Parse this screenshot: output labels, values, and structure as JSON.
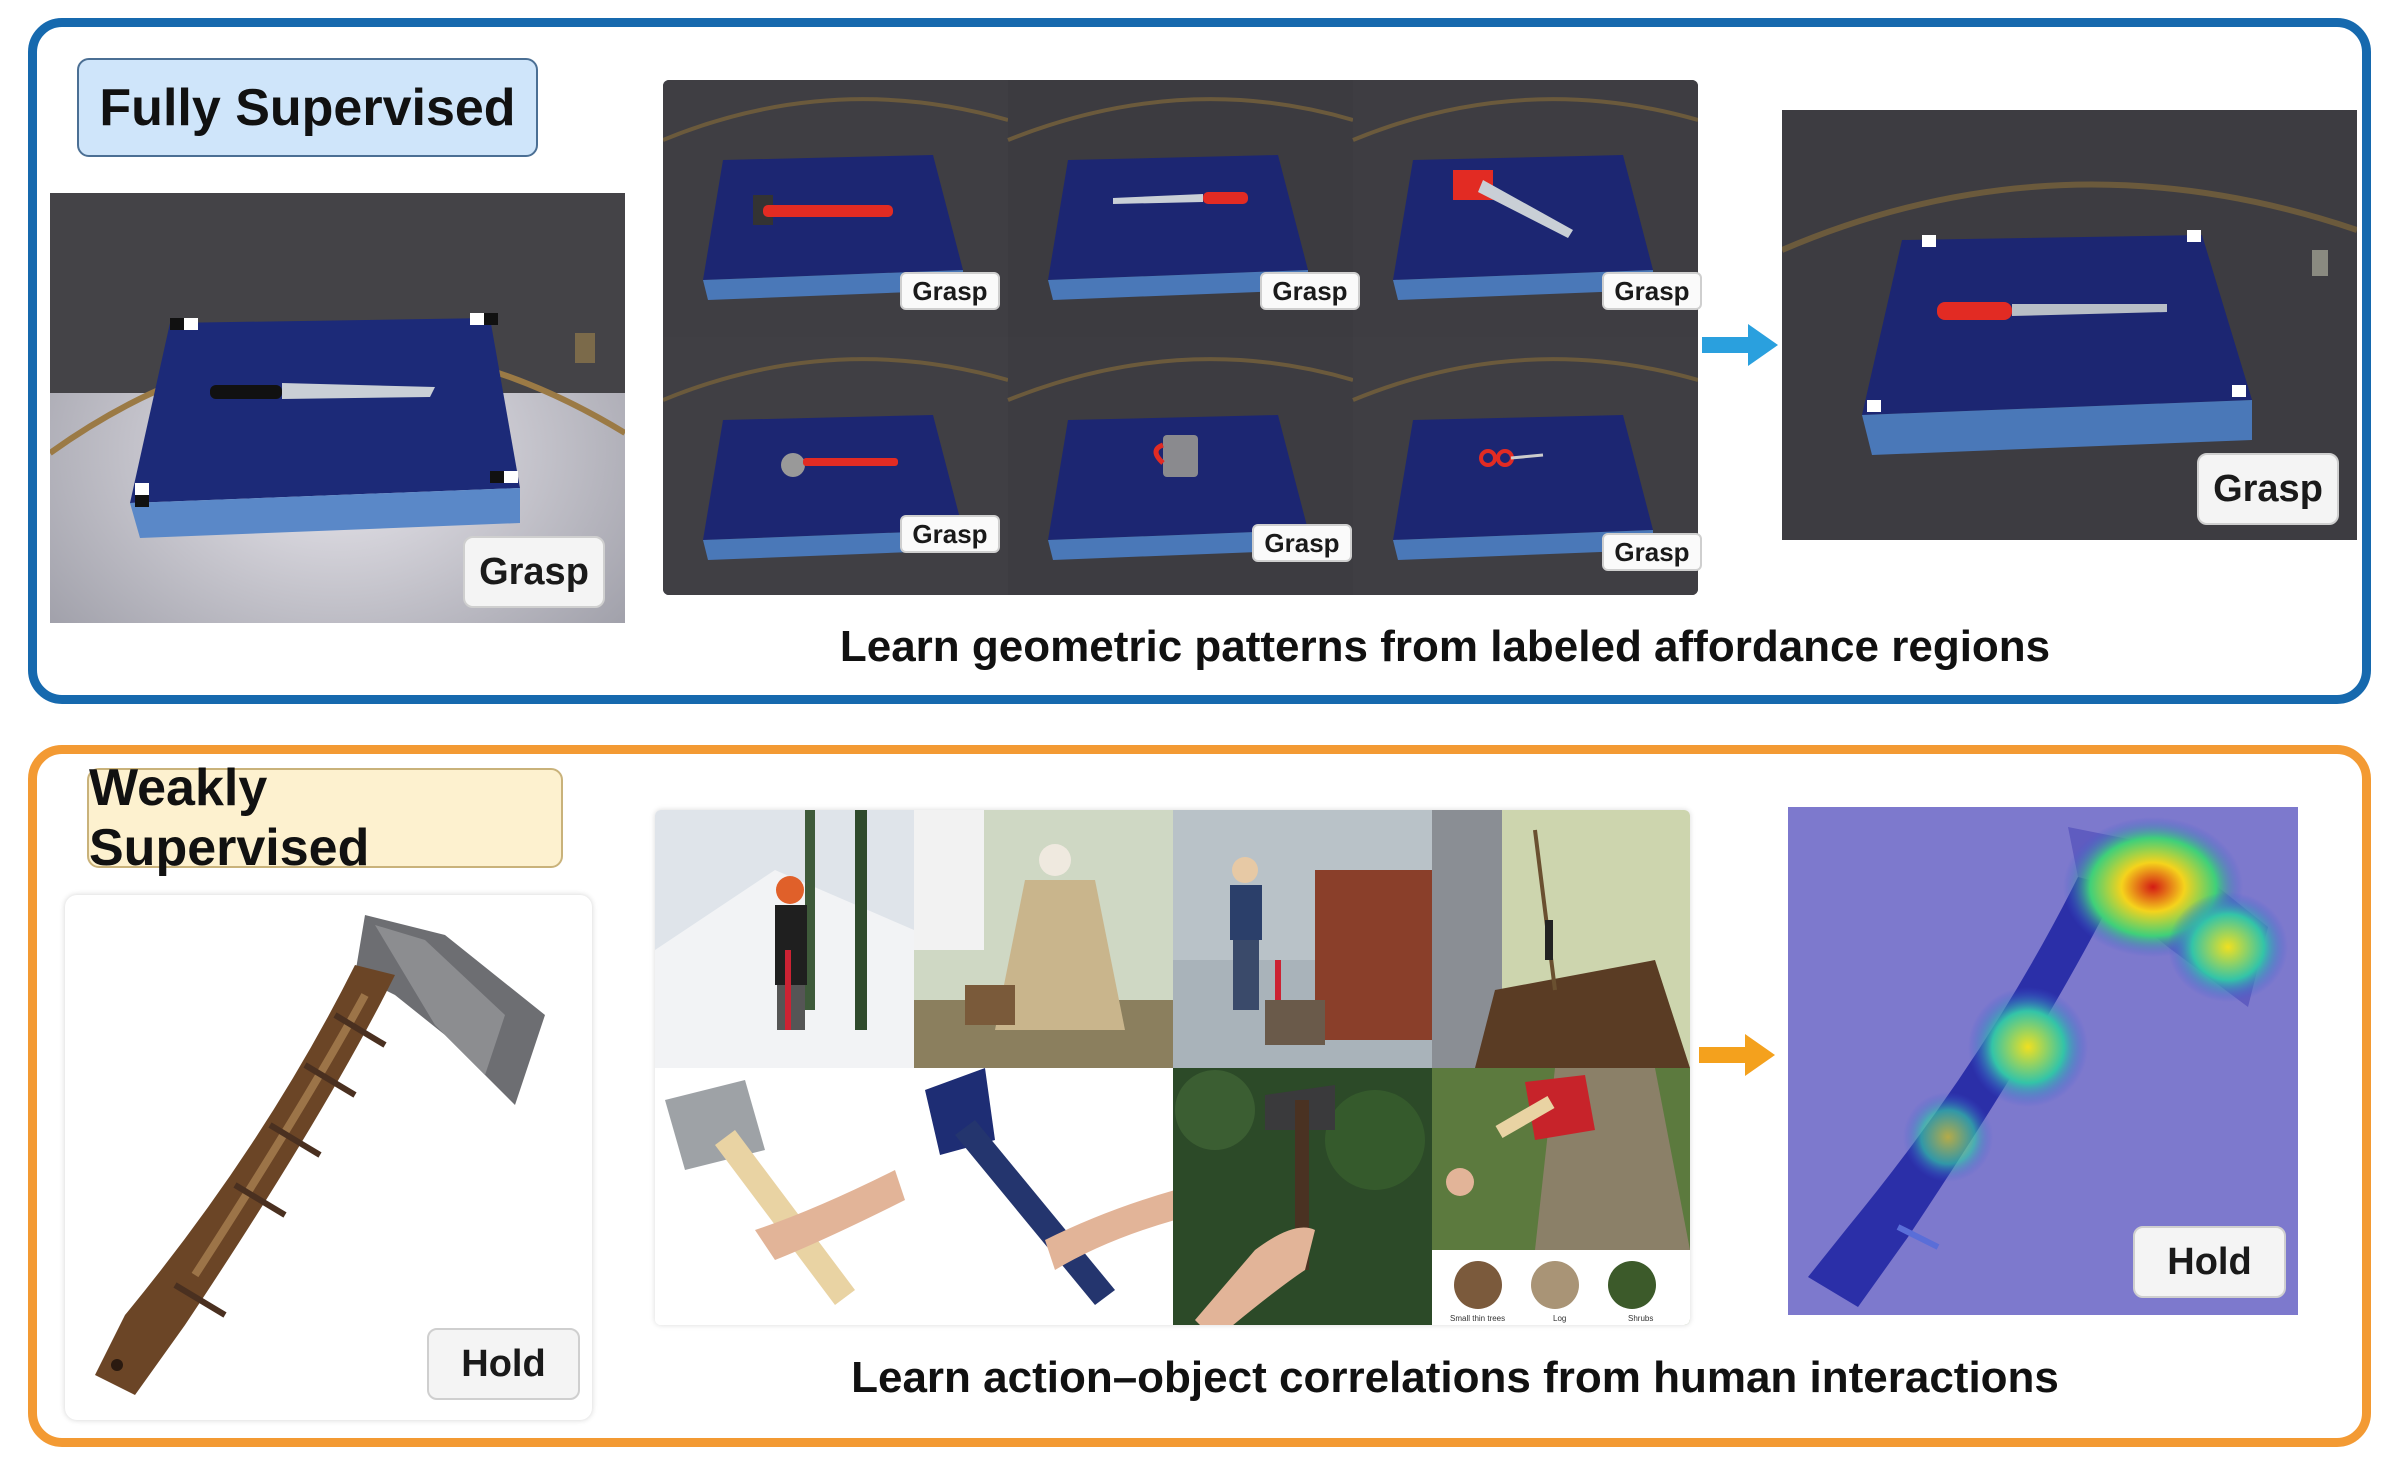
{
  "top": {
    "badge": "Fully Supervised",
    "label": "Grasp",
    "caption": "Learn geometric patterns from labeled affordance regions",
    "arrow_color": "#2aa0de",
    "border_color": "#1669ae"
  },
  "bottom": {
    "badge": "Weakly Supervised",
    "label": "Hold",
    "caption": "Learn action–object correlations from human interactions",
    "arrow_color": "#f4a11d",
    "border_color": "#f39a33",
    "plant_captions": [
      "Small thin trees",
      "Log",
      "Shrubs"
    ]
  }
}
